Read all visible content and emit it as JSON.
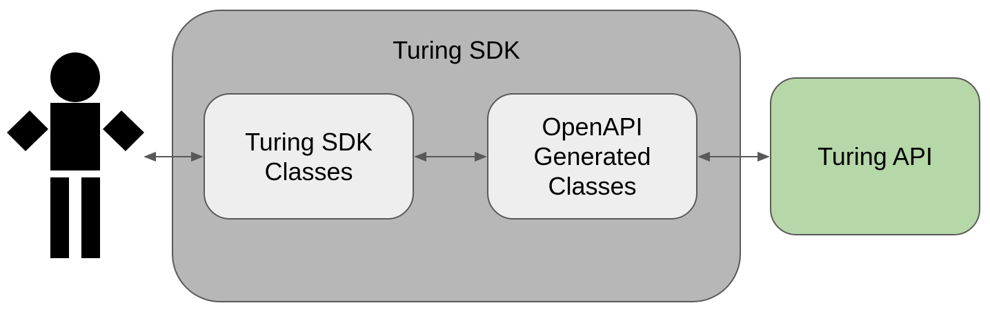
{
  "sdk_container": {
    "title": "Turing SDK"
  },
  "sdk_classes": {
    "label": "Turing SDK\nClasses"
  },
  "openapi_classes": {
    "label": "OpenAPI\nGenerated\nClasses"
  },
  "api": {
    "label": "Turing API"
  },
  "colors": {
    "container_fill": "#b7b7b7",
    "inner_fill": "#eeeeee",
    "api_fill": "#b6d7a8",
    "stroke": "#595959",
    "user_icon": "#000000"
  }
}
